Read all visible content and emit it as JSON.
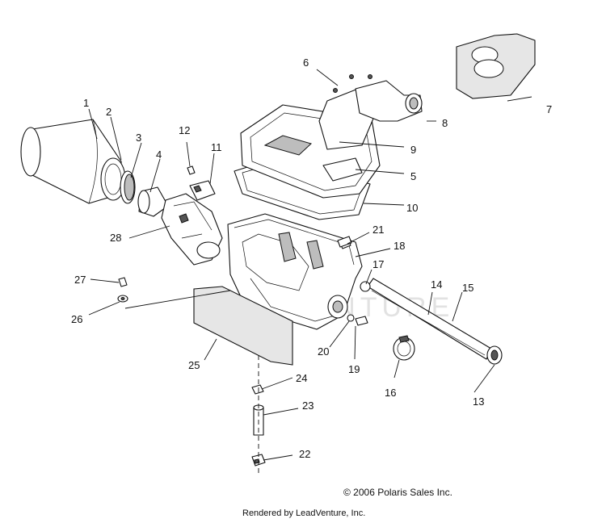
{
  "callouts": {
    "c1": "1",
    "c2": "2",
    "c3": "3",
    "c4": "4",
    "c5": "5",
    "c6": "6",
    "c7": "7",
    "c8": "8",
    "c9": "9",
    "c10": "10",
    "c11": "11",
    "c12": "12",
    "c13": "13",
    "c14": "14",
    "c15": "15",
    "c16": "16",
    "c17": "17",
    "c18": "18",
    "c19": "19",
    "c20": "20",
    "c21": "21",
    "c22": "22",
    "c23": "23",
    "c24": "24",
    "c25": "25",
    "c26": "26",
    "c27": "27",
    "c28": "28"
  },
  "watermark": "LEADVENTURE",
  "footer": {
    "copyright": "© 2006 Polaris Sales Inc.",
    "rendered_by": "Rendered by LeadVenture, Inc."
  }
}
